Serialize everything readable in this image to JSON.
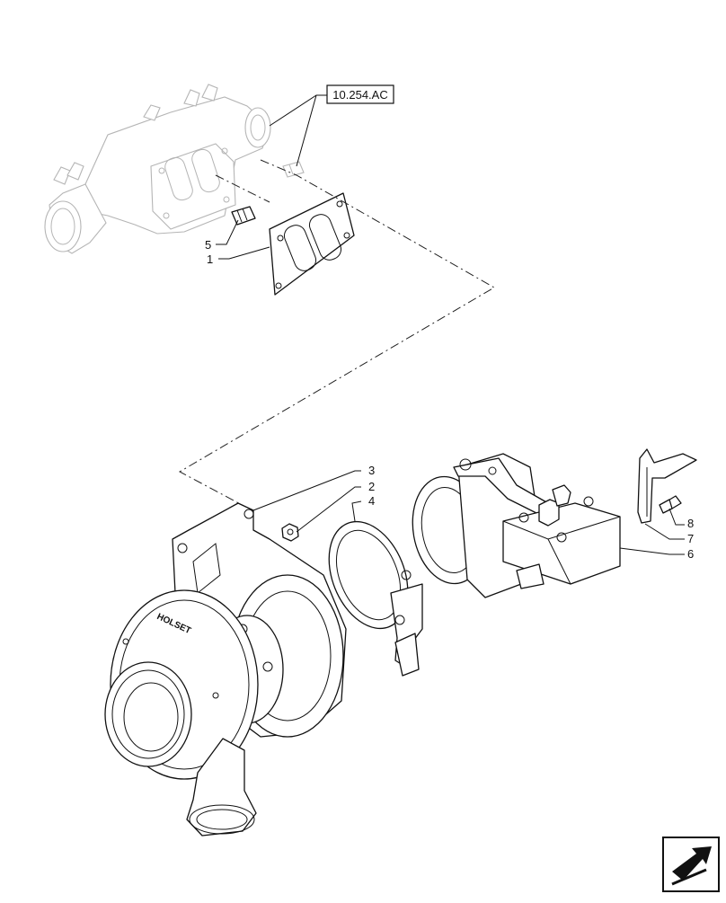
{
  "reference": {
    "code": "10.254.AC"
  },
  "callouts": [
    {
      "id": "1",
      "label": "1"
    },
    {
      "id": "2",
      "label": "2"
    },
    {
      "id": "3",
      "label": "3"
    },
    {
      "id": "4",
      "label": "4"
    },
    {
      "id": "5",
      "label": "5"
    },
    {
      "id": "6",
      "label": "6"
    },
    {
      "id": "7",
      "label": "7"
    },
    {
      "id": "8",
      "label": "8"
    }
  ],
  "brand_mark": "HOLSET",
  "nav_icon": "next-page-arrow-icon"
}
